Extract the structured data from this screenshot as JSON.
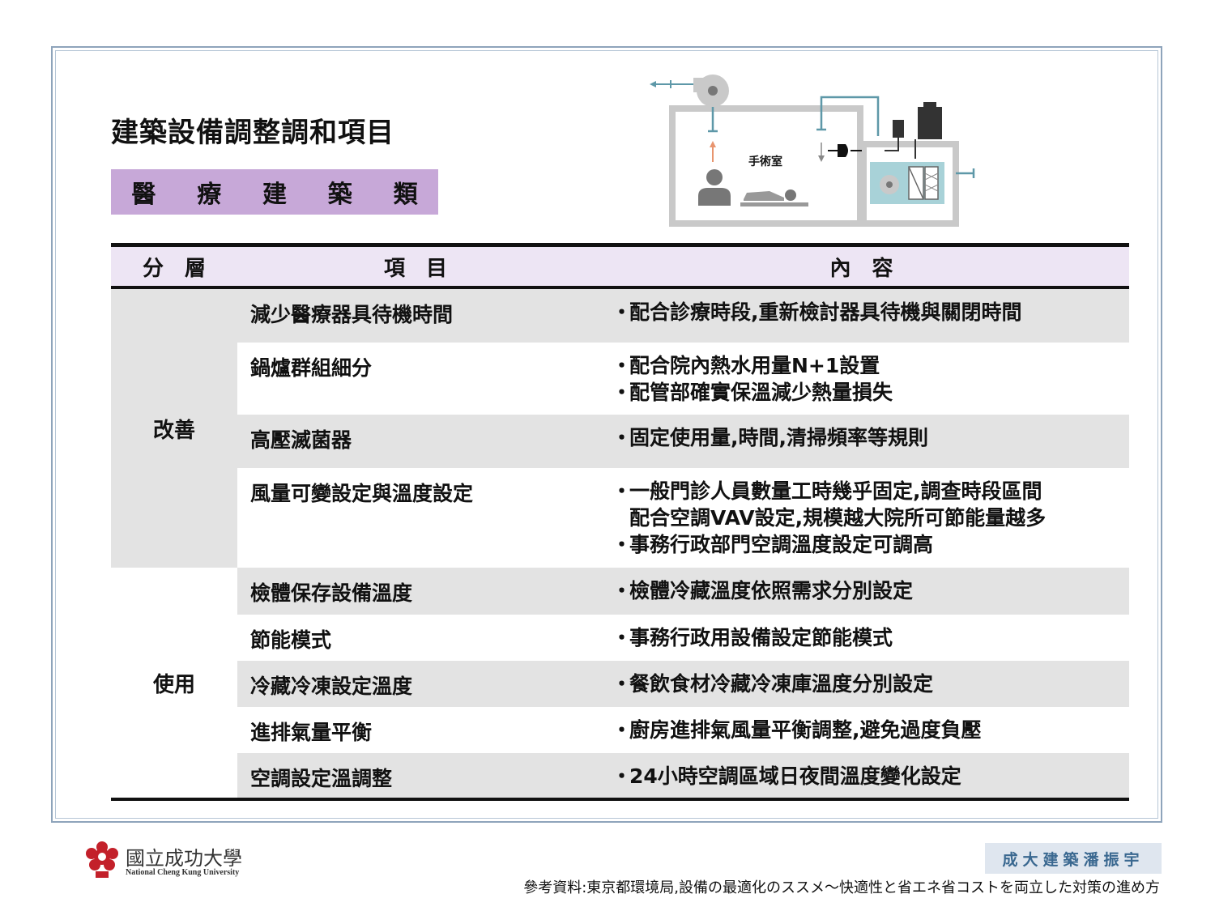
{
  "title": "建築設備調整調和項目",
  "category_chars": [
    "醫",
    "療",
    "建",
    "築",
    "類"
  ],
  "diagram": {
    "room_label": "手術室"
  },
  "table": {
    "headers": {
      "layer": "分　層",
      "item": "項　目",
      "content": "內　容"
    },
    "groups": [
      {
        "layer": "改善",
        "rows": [
          {
            "item": "減少醫療器具待機時間",
            "lines": [
              {
                "bullet": "・",
                "text": "配合診療時段,重新檢討器具待機與關閉時間"
              }
            ]
          },
          {
            "item": "鍋爐群組細分",
            "lines": [
              {
                "bullet": "・",
                "text": "配合院內熱水用量N+1設置"
              },
              {
                "bullet": "・",
                "text": "配管部確實保溫減少熱量損失"
              }
            ]
          },
          {
            "item": "高壓滅菌器",
            "lines": [
              {
                "bullet": "・",
                "text": "固定使用量,時間,清掃頻率等規則"
              }
            ]
          },
          {
            "item": "風量可變設定與溫度設定",
            "lines": [
              {
                "bullet": "・",
                "text": "一般門診人員數量工時幾乎固定,調查時段區間"
              },
              {
                "bullet": "",
                "text": "配合空調VAV設定,規模越大院所可節能量越多"
              },
              {
                "bullet": "・",
                "text": "事務行政部門空調溫度設定可調高"
              }
            ]
          }
        ]
      },
      {
        "layer": "使用",
        "rows": [
          {
            "item": "檢體保存設備溫度",
            "lines": [
              {
                "bullet": "・",
                "text": "檢體冷藏溫度依照需求分別設定"
              }
            ]
          },
          {
            "item": "節能模式",
            "lines": [
              {
                "bullet": "・",
                "text": "事務行政用設備設定節能模式"
              }
            ]
          },
          {
            "item": "冷藏冷凍設定溫度",
            "lines": [
              {
                "bullet": "・",
                "text": "餐飲食材冷藏冷凍庫溫度分別設定"
              }
            ]
          },
          {
            "item": "進排氣量平衡",
            "lines": [
              {
                "bullet": "・",
                "text": "廚房進排氣風量平衡調整,避免過度負壓"
              }
            ]
          },
          {
            "item": "空調設定溫調整",
            "lines": [
              {
                "bullet": "・",
                "text": "24小時空調區域日夜間溫度變化設定"
              }
            ]
          }
        ]
      }
    ]
  },
  "footer": {
    "university_cn": "國立成功大學",
    "university_en": "National Cheng Kung University",
    "author": "成大建築潘振宇",
    "reference": "參考資料:東京都環境局,設備の最適化のススメ～快適性と省エネ省コストを両立した対策の進め方"
  },
  "colors": {
    "tag": "#c7a8d8",
    "header": "#ede5f4",
    "shade": "#e3e3e3",
    "accent": "#5e98a8",
    "logo": "#c3202a"
  }
}
